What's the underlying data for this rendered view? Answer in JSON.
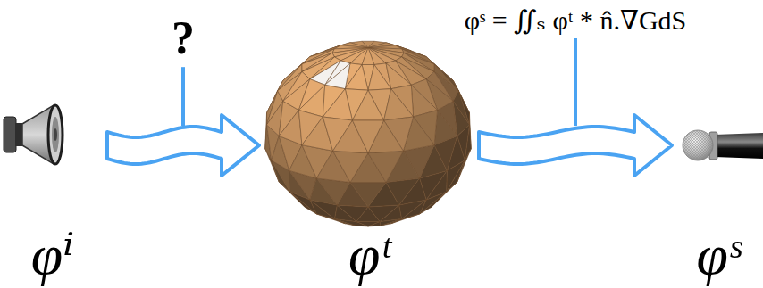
{
  "diagram": {
    "nodes": [
      {
        "text": [
          "φⁱ"
        ]
      },
      {
        "text": [
          "φᵗ"
        ]
      },
      {
        "text": [
          "φˢ"
        ]
      }
    ],
    "edges": [
      {
        "from": 0,
        "to": 1,
        "arrow": "to",
        "label": "?"
      },
      {
        "from": 1,
        "to": 2,
        "arrow": "to",
        "label": "φˢ = ∬ₛ φᵗ * n̂.∇GdS"
      }
    ]
  }
}
